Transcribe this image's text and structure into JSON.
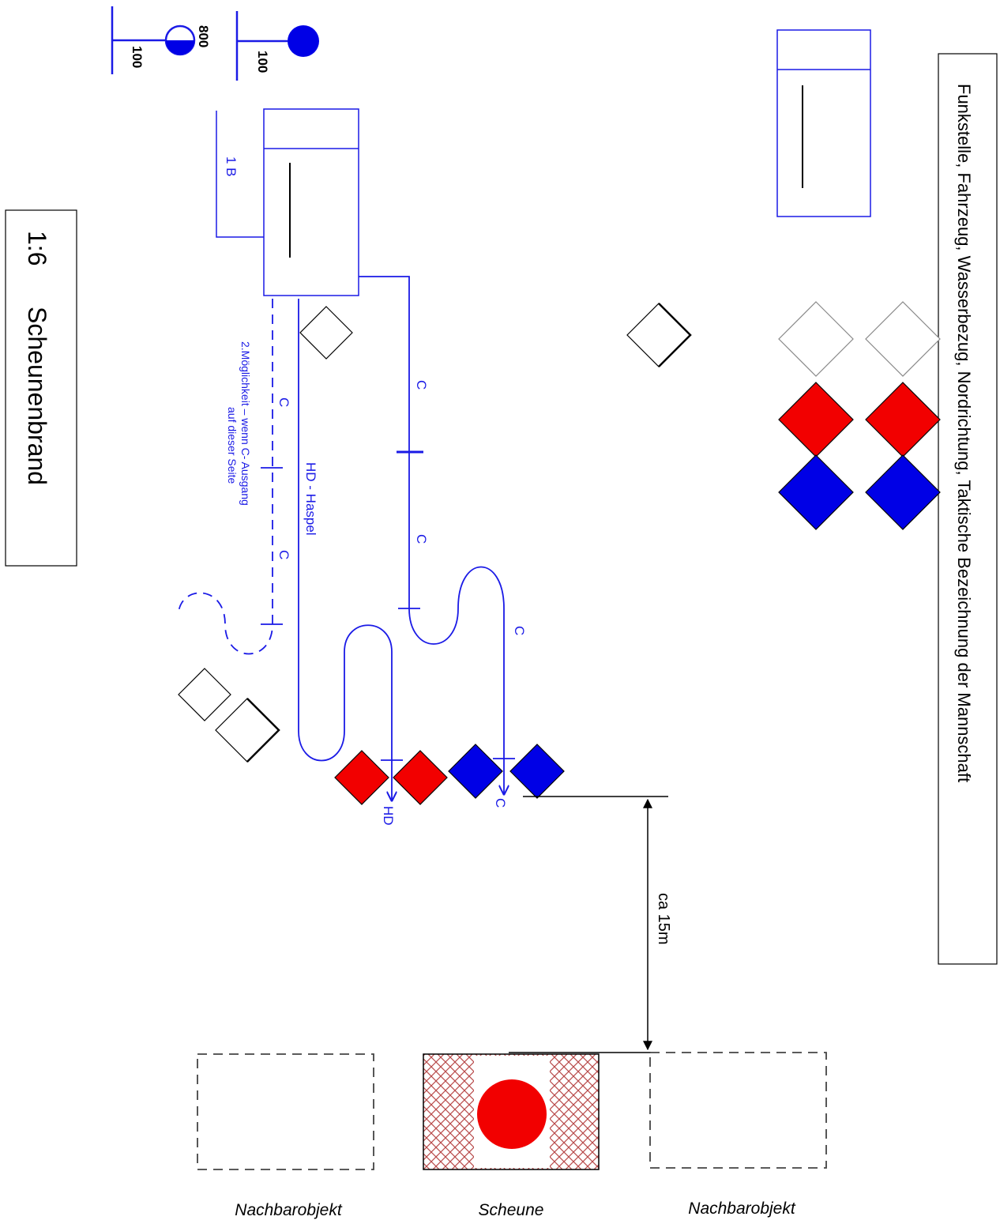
{
  "title_box": {
    "scale": "1:6",
    "title": "Scheunenbrand"
  },
  "legend": {
    "text": "Funkstelle, Fahrzeug, Wasserbezug, Nordrichtung, Taktische Bezeichnung der Mannschaft"
  },
  "water_symbols": {
    "half_hydrant_top": "800",
    "half_hydrant_bottom": "100",
    "full_hydrant_bottom": "100"
  },
  "vehicle": {
    "crew_label": "1 B"
  },
  "hoses": {
    "c_label": "C",
    "hd_reel": "HD - Haspel",
    "alternative_line1": "2.Möglichkeit – wenn C- Ausgang",
    "alternative_line2": "auf dieser Seite",
    "hd_nozzle": "HD",
    "c_nozzle": "C"
  },
  "distance": {
    "label": "ca 15m"
  },
  "buildings": {
    "left": "Nachbarobjekt",
    "center": "Scheune",
    "right": "Nachbarobjekt"
  },
  "colors": {
    "line_blue": "#1a1ae6",
    "fill_blue": "#0000e6",
    "fill_red": "#f20000",
    "hatch_red": "#b84a4a",
    "black": "#000000",
    "gray": "#555555"
  }
}
